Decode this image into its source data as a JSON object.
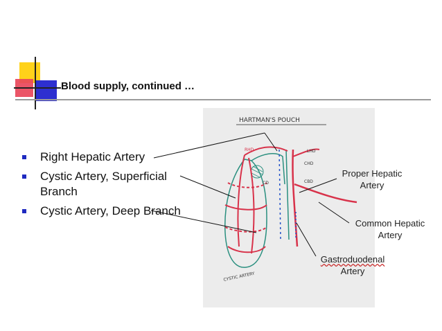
{
  "slide": {
    "title": "Blood supply, continued …",
    "bullets": [
      "Right Hepatic Artery",
      "Cystic Artery, Superficial Branch",
      "Cystic Artery, Deep Branch"
    ]
  },
  "drawing": {
    "heading": "HARTMAN'S POUCH",
    "labels": {
      "rhd": "RHD",
      "lhd": "LHD",
      "chd": "CHD",
      "cbd": "CBD",
      "cd": "CD",
      "cystic_artery": "CYSTIC ARTERY"
    }
  },
  "callouts": {
    "proper_hepatic": "Proper Hepatic Artery",
    "common_hepatic": "Common Hepatic Artery",
    "gastroduodenal_line1": "Gastroduodenal",
    "gastroduodenal_line2": "Artery"
  },
  "colors": {
    "artery": "#d8324a",
    "duct": "#2a8f7f",
    "bullet": "#1f2ac0"
  }
}
